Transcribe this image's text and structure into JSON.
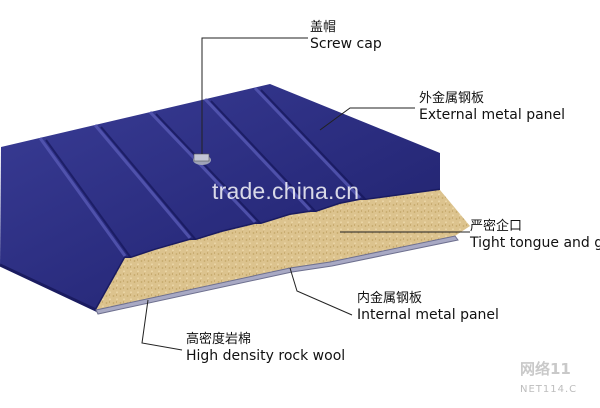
{
  "labels": {
    "screw_cap": {
      "cn": "盖帽",
      "en": "Screw cap"
    },
    "external_panel": {
      "cn": "外金属钢板",
      "en": "External metal panel"
    },
    "tongue_groove": {
      "cn": "严密企口",
      "en": "Tight tongue and gr"
    },
    "internal_panel": {
      "cn": "内金属钢板",
      "en": "Internal metal panel"
    },
    "rock_wool": {
      "cn": "高密度岩棉",
      "en": "High density rock wool"
    }
  },
  "watermarks": {
    "site": "trade.china.cn",
    "corner_cn": "网络11",
    "corner_net": "NET114.C"
  },
  "colors": {
    "panel_blue": "#2a2c7e",
    "panel_edge": "#4a4aa6",
    "rock_wool": "#ddc592",
    "leader_line": "#222222"
  }
}
